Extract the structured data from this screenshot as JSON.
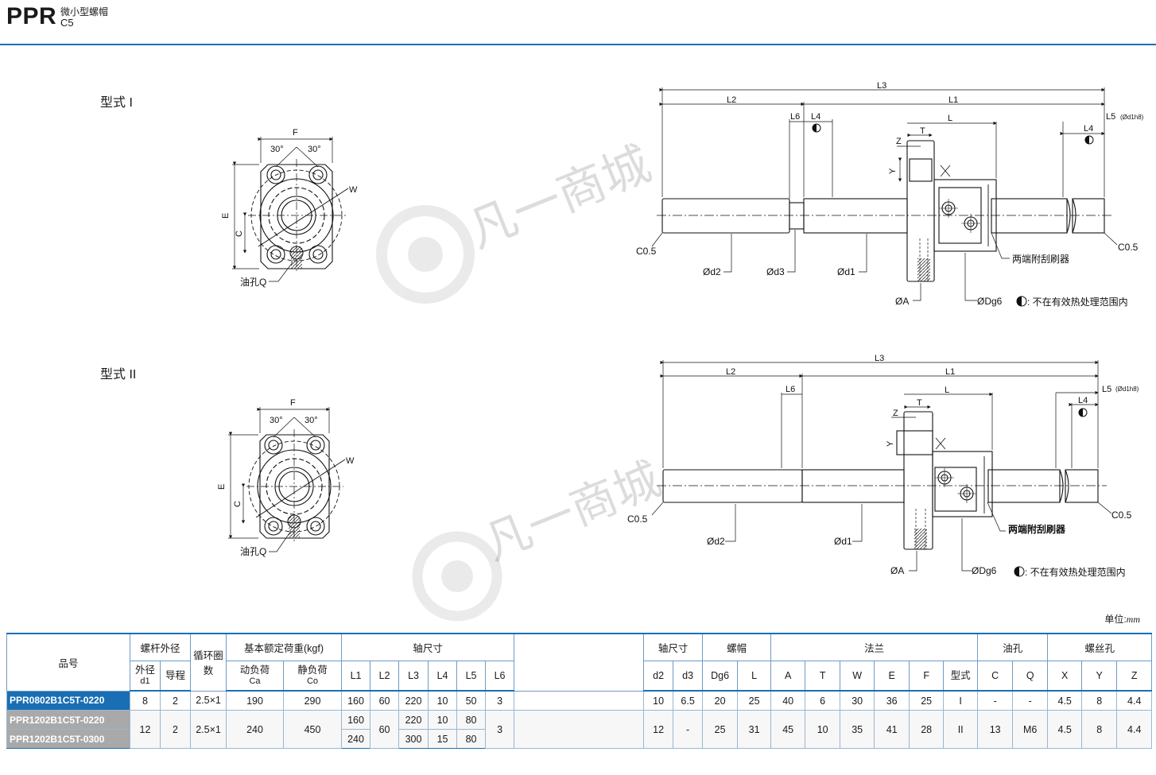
{
  "header": {
    "model": "PPR",
    "name_cn": "微小型螺帽",
    "grade": "C5"
  },
  "types": [
    {
      "label": "型式 I",
      "flange": {
        "f": "F",
        "angle_left": "30°",
        "angle_right": "30°",
        "w": "W",
        "e": "E",
        "c": "C",
        "oil": "油孔Q"
      },
      "shaft": {
        "l3": "L3",
        "l2": "L2",
        "l1": "L1",
        "l6": "L6",
        "l4a": "L4",
        "l": "L",
        "l4b": "L4",
        "l5": "L5",
        "l5sub": "(Ød1h8)",
        "z": "Z",
        "t": "T",
        "y": "Y",
        "x": "X",
        "c05a": "C0.5",
        "c05b": "C0.5",
        "d2": "Ød2",
        "d3": "Ød3",
        "d1": "Ød1",
        "a": "ØA",
        "dg6": "ØDg6",
        "wiper": "两端附刮刷器",
        "note": ": 不在有效热处理范围内"
      }
    },
    {
      "label": "型式 II",
      "flange": {
        "f": "F",
        "angle_left": "30°",
        "angle_right": "30°",
        "w": "W",
        "e": "E",
        "c": "C",
        "oil": "油孔Q"
      },
      "shaft": {
        "l3": "L3",
        "l2": "L2",
        "l1": "L1",
        "l6": "L6",
        "l": "L",
        "l4": "L4",
        "l5": "L5",
        "l5sub": "(Ød1h8)",
        "z": "Z",
        "t": "T",
        "y": "Y",
        "x": "X",
        "c05a": "C0.5",
        "c05b": "C0.5",
        "d2": "Ød2",
        "d1": "Ød1",
        "a": "ØA",
        "dg6": "ØDg6",
        "wiper": "两端附刮刷器",
        "note": ": 不在有效热处理范围内"
      }
    }
  ],
  "watermark": "凡一商城",
  "unit": {
    "label": "单位:",
    "value": "mm"
  },
  "table": {
    "head1": {
      "part": "品号",
      "screw_od": "螺杆外径",
      "circuits": "循环圈数",
      "load": "基本额定荷重(kgf)",
      "shaft": "轴尺寸",
      "shaft2": "轴尺寸",
      "nut": "螺帽",
      "flange": "法兰",
      "oil": "油孔",
      "screw_hole": "螺丝孔"
    },
    "head2": {
      "od": "外径",
      "od_sub": "d1",
      "lead": "导程",
      "dyn": "动负荷",
      "dyn_sub": "Ca",
      "stat": "静负荷",
      "stat_sub": "Co",
      "L1": "L1",
      "L2": "L2",
      "L3": "L3",
      "L4": "L4",
      "L5": "L5",
      "L6": "L6",
      "d2": "d2",
      "d3": "d3",
      "Dg6": "Dg6",
      "L": "L",
      "A": "A",
      "T": "T",
      "W": "W",
      "E": "E",
      "F": "F",
      "type": "型式",
      "C": "C",
      "Q": "Q",
      "X": "X",
      "Y": "Y",
      "Z": "Z"
    },
    "row1": {
      "pn": "PPR0802B1C5T-0220",
      "d1": "8",
      "lead": "2",
      "circ": "2.5×1",
      "ca": "190",
      "co": "290",
      "L1": "160",
      "L2": "60",
      "L3": "220",
      "L4": "10",
      "L5": "50",
      "L6": "3",
      "d2": "10",
      "d3": "6.5",
      "Dg6": "20",
      "L": "25",
      "A": "40",
      "T": "6",
      "W": "30",
      "E": "36",
      "F": "25",
      "type": "I",
      "C": "-",
      "Q": "-",
      "X": "4.5",
      "Y": "8",
      "Z": "4.4"
    },
    "row2": {
      "pn_a": "PPR1202B1C5T-0220",
      "pn_b": "PPR1202B1C5T-0300",
      "d1": "12",
      "lead": "2",
      "circ": "2.5×1",
      "ca": "240",
      "co": "450",
      "L1a": "160",
      "L1b": "240",
      "L2": "60",
      "L3a": "220",
      "L3b": "300",
      "L4a": "10",
      "L4b": "15",
      "L5a": "80",
      "L5b": "80",
      "L6": "3",
      "d2": "12",
      "d3": "-",
      "Dg6": "25",
      "L": "31",
      "A": "45",
      "T": "10",
      "W": "35",
      "E": "41",
      "F": "28",
      "type": "II",
      "C": "13",
      "Q": "M6",
      "X": "4.5",
      "Y": "8",
      "Z": "4.4"
    }
  }
}
